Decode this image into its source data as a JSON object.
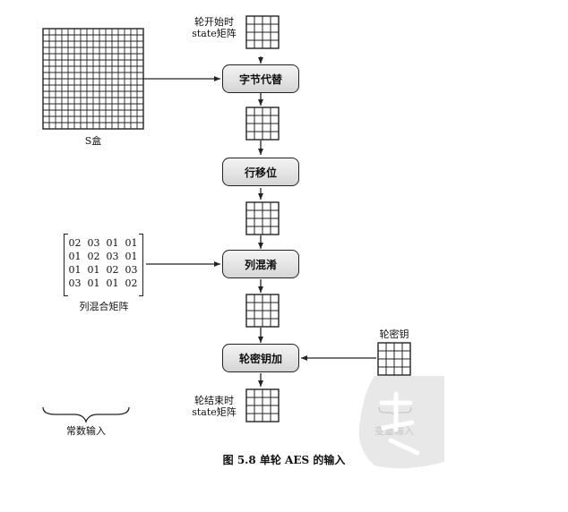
{
  "sbox": {
    "label": "S盒"
  },
  "state_in": {
    "label_line1": "轮开始时",
    "label_line2": "state矩阵"
  },
  "state_out": {
    "label_line1": "轮结束时",
    "label_line2": "state矩阵"
  },
  "steps": {
    "sub_bytes": "字节代替",
    "shift_rows": "行移位",
    "mix_columns": "列混淆",
    "add_round_key": "轮密钥加"
  },
  "mix_matrix": {
    "label": "列混合矩阵",
    "rows": [
      [
        "02",
        "03",
        "01",
        "01"
      ],
      [
        "01",
        "02",
        "03",
        "01"
      ],
      [
        "01",
        "01",
        "02",
        "03"
      ],
      [
        "03",
        "01",
        "01",
        "02"
      ]
    ]
  },
  "round_key": {
    "label": "轮密钥"
  },
  "legend": {
    "constant": "常数输入",
    "variable": "变量输入"
  },
  "caption": "图 5.8   单轮 AES 的输入",
  "colors": {
    "line": "#222222",
    "box_top": "#f4f4f4",
    "box_bottom": "#d6d6d6",
    "watermark": "#e4e4e4"
  }
}
